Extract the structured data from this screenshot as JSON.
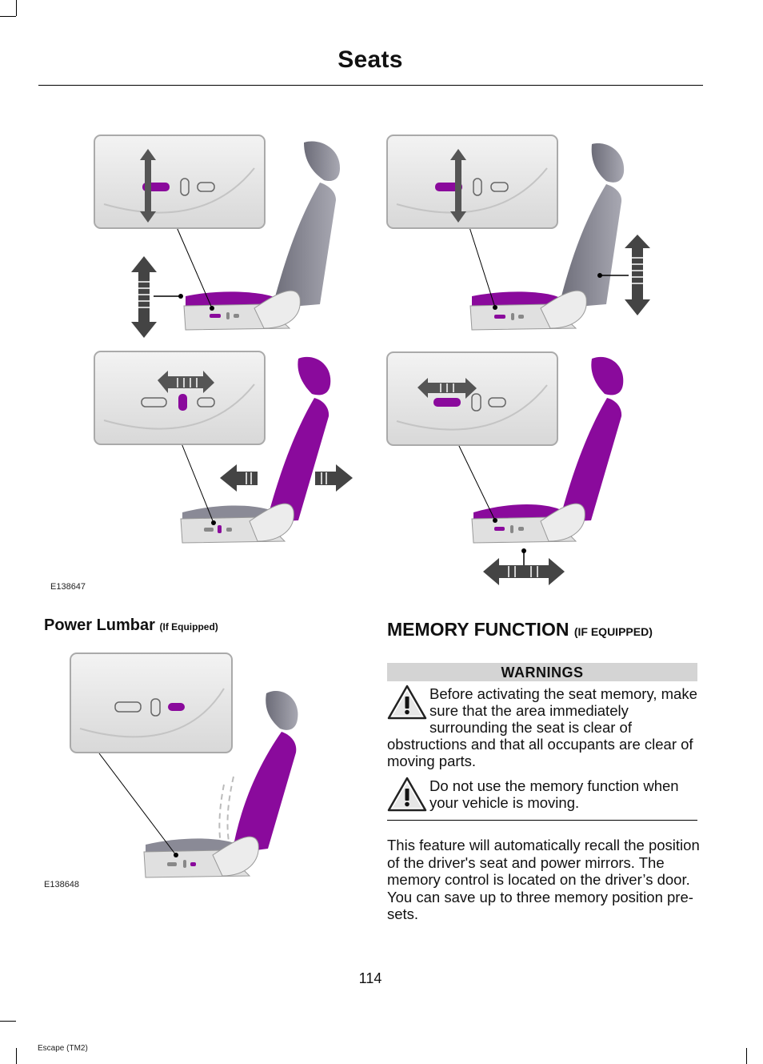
{
  "header": {
    "title": "Seats"
  },
  "figures": {
    "fig1_id": "E138647",
    "fig2_id": "E138648"
  },
  "power_lumbar": {
    "heading": "Power Lumbar",
    "qualifier": "(If Equipped)"
  },
  "memory_function": {
    "heading": "MEMORY FUNCTION",
    "qualifier": "(IF EQUIPPED)",
    "warnings_label": "WARNINGS",
    "warning_1": "Before activating the seat memory, make sure that the area immediately surrounding the seat is clear of obstructions and that all occupants are clear of moving parts.",
    "warning_2": "Do not use the memory function when your vehicle is moving.",
    "body": "This feature will automatically recall the position of the driver's seat and power mirrors. The memory control is located on the driver’s door. You can save up to three memory position pre-sets."
  },
  "footer": {
    "page_number": "114",
    "doc_label": "Escape (TM2)"
  },
  "colors": {
    "accent_purple": "#8a0a9c",
    "seat_gray": "#8a8a96",
    "arrow_gray": "#555555"
  },
  "icons": [
    "warning-triangle-icon",
    "up-down-arrow-icon",
    "left-right-arrow-icon"
  ]
}
